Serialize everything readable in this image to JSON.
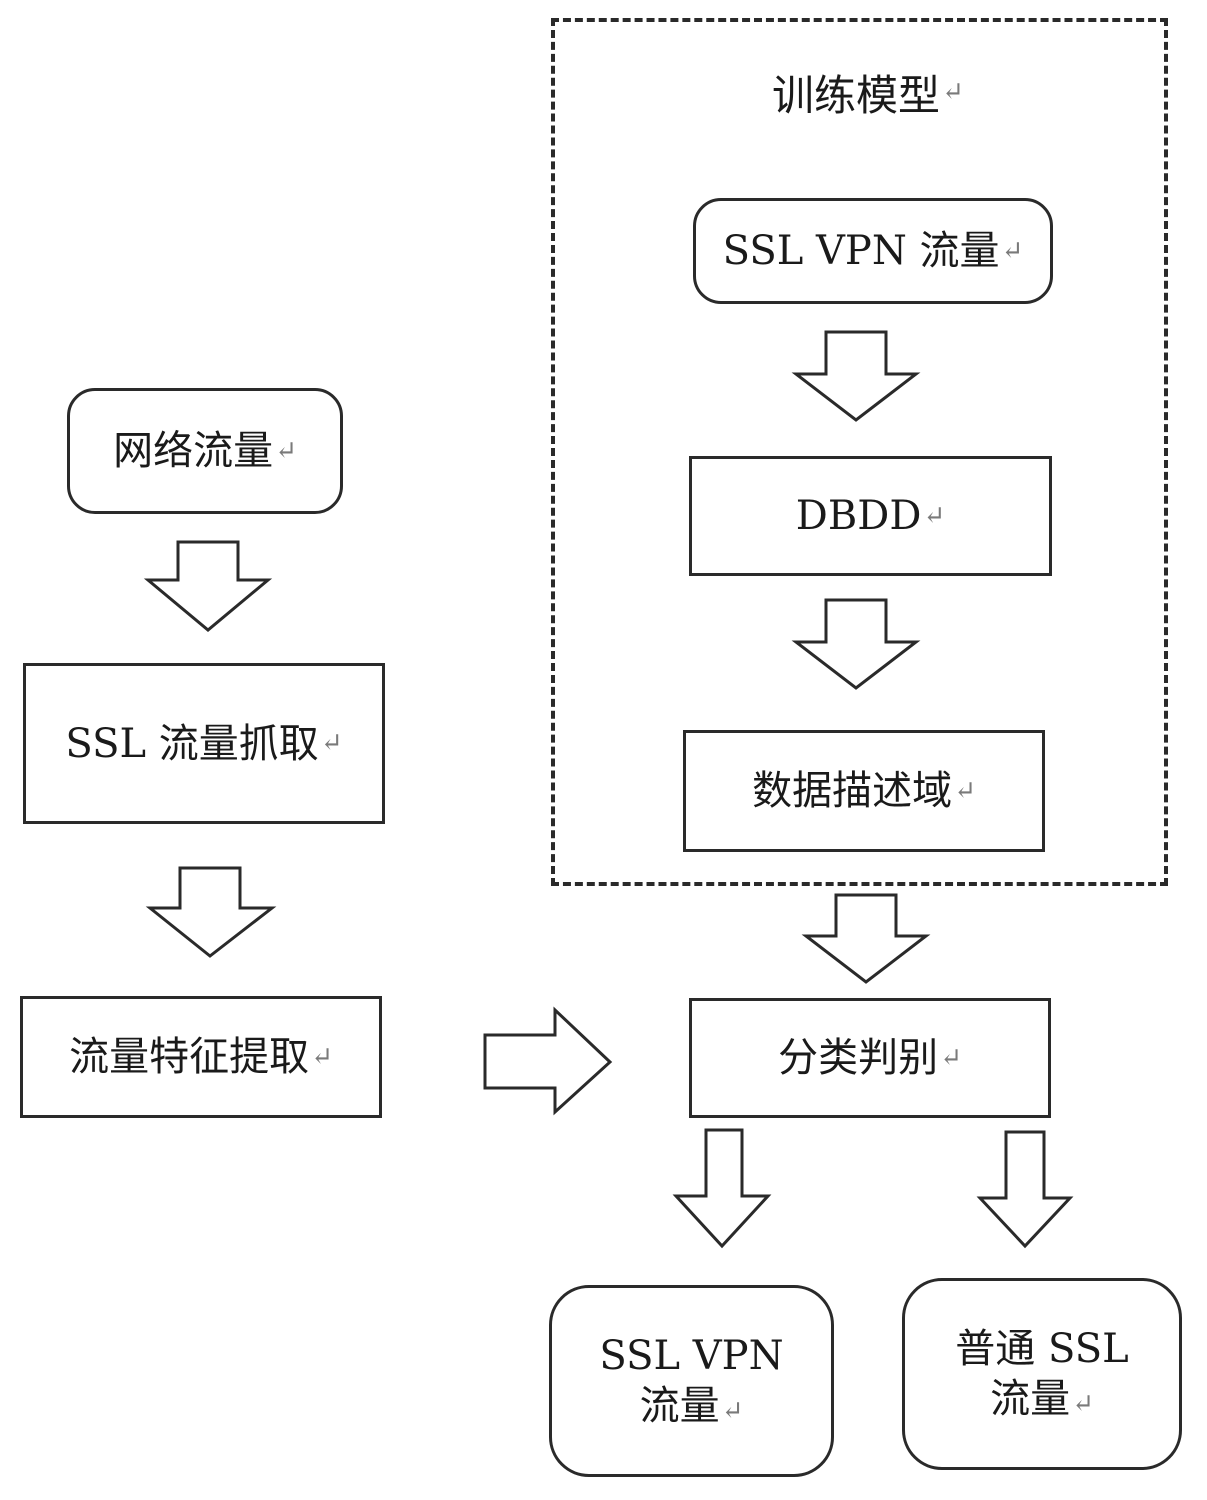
{
  "training_model": {
    "title": "训练模型",
    "steps": [
      "SSL VPN 流量",
      "DBDD",
      "数据描述域"
    ]
  },
  "pipeline": {
    "steps": [
      "网络流量",
      "SSL 流量抓取",
      "流量特征提取"
    ]
  },
  "classifier": "分类判别",
  "outputs": {
    "vpn_line1": "SSL VPN",
    "vpn_line2": "流量",
    "normal_line1": "普通 SSL",
    "normal_line2": "流量"
  },
  "paragraph_mark": "↵"
}
